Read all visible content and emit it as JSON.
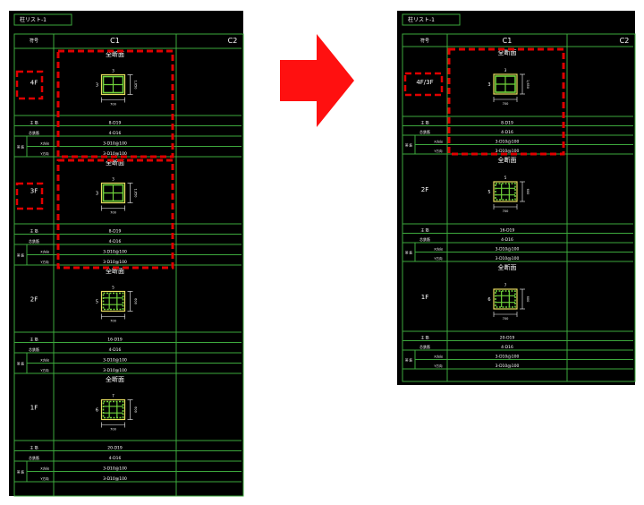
{
  "colors": {
    "background": "#ffffff",
    "panel": "#000000",
    "grid_line": "#3da83d",
    "text": "#ffffff",
    "highlight": "#e00000",
    "arrow": "#ff1010",
    "section_box": "#e8e060",
    "section_bars": "#6fd23a",
    "dimension": "#5ab0ff"
  },
  "left": {
    "title": "柱リスト-1",
    "header_label": "符号",
    "col1": "C1",
    "col2": "C2",
    "floors": [
      {
        "label": "4F",
        "section_title": "全断面",
        "b_count": "3",
        "b_side": "3",
        "width": "700",
        "depth": "1,650",
        "rows": [
          {
            "label": "主 筋",
            "value": "8-D19"
          },
          {
            "label": "芯鉄筋",
            "value": "4-D16"
          },
          {
            "label": "X方向",
            "value": "3-D10@100"
          },
          {
            "label": "Y方向",
            "value": "3-D10@100"
          }
        ]
      },
      {
        "label": "3F",
        "section_title": "全断面",
        "b_count": "3",
        "b_side": "3",
        "width": "700",
        "depth": "1,650",
        "rows": [
          {
            "label": "主 筋",
            "value": "8-D19"
          },
          {
            "label": "芯鉄筋",
            "value": "4-D16"
          },
          {
            "label": "X方向",
            "value": "3-D10@100"
          },
          {
            "label": "Y方向",
            "value": "3-D10@100"
          }
        ]
      },
      {
        "label": "2F",
        "section_title": "全断面",
        "b_count": "5",
        "b_side": "5",
        "width": "700",
        "depth": "600",
        "rows": [
          {
            "label": "主 筋",
            "value": "16-D19"
          },
          {
            "label": "芯鉄筋",
            "value": "4-D16"
          },
          {
            "label": "X方向",
            "value": "3-D10@100"
          },
          {
            "label": "Y方向",
            "value": "3-D10@100"
          }
        ]
      },
      {
        "label": "1F",
        "section_title": "全断面",
        "b_count": "7",
        "b_side": "6",
        "width": "700",
        "depth": "600",
        "rows": [
          {
            "label": "主 筋",
            "value": "20-D19"
          },
          {
            "label": "芯鉄筋",
            "value": "4-D16"
          },
          {
            "label": "X方向",
            "value": "3-D10@100"
          },
          {
            "label": "Y方向",
            "value": "3-D10@100"
          }
        ]
      }
    ],
    "hoop_label": "帯 筋"
  },
  "right": {
    "title": "柱リスト-1",
    "header_label": "符号",
    "col1": "C1",
    "col2": "C2",
    "floors": [
      {
        "label": "4F/3F",
        "section_title": "全断面",
        "b_count": "3",
        "b_side": "3",
        "width": "700",
        "depth": "1,650",
        "rows": [
          {
            "label": "主 筋",
            "value": "8-D19"
          },
          {
            "label": "芯鉄筋",
            "value": "4-D16"
          },
          {
            "label": "X方向",
            "value": "3-D10@100"
          },
          {
            "label": "Y方向",
            "value": "3-D10@100"
          }
        ]
      },
      {
        "label": "2F",
        "section_title": "全断面",
        "b_count": "5",
        "b_side": "5",
        "width": "700",
        "depth": "600",
        "rows": [
          {
            "label": "主 筋",
            "value": "16-D19"
          },
          {
            "label": "芯鉄筋",
            "value": "4-D16"
          },
          {
            "label": "X方向",
            "value": "3-D10@100"
          },
          {
            "label": "Y方向",
            "value": "3-D10@100"
          }
        ]
      },
      {
        "label": "1F",
        "section_title": "全断面",
        "b_count": "7",
        "b_side": "6",
        "width": "700",
        "depth": "600",
        "rows": [
          {
            "label": "主 筋",
            "value": "20-D19"
          },
          {
            "label": "芯鉄筋",
            "value": "4-D16"
          },
          {
            "label": "X方向",
            "value": "3-D10@100"
          },
          {
            "label": "Y方向",
            "value": "3-D10@100"
          }
        ]
      }
    ],
    "hoop_label": "帯 筋"
  }
}
